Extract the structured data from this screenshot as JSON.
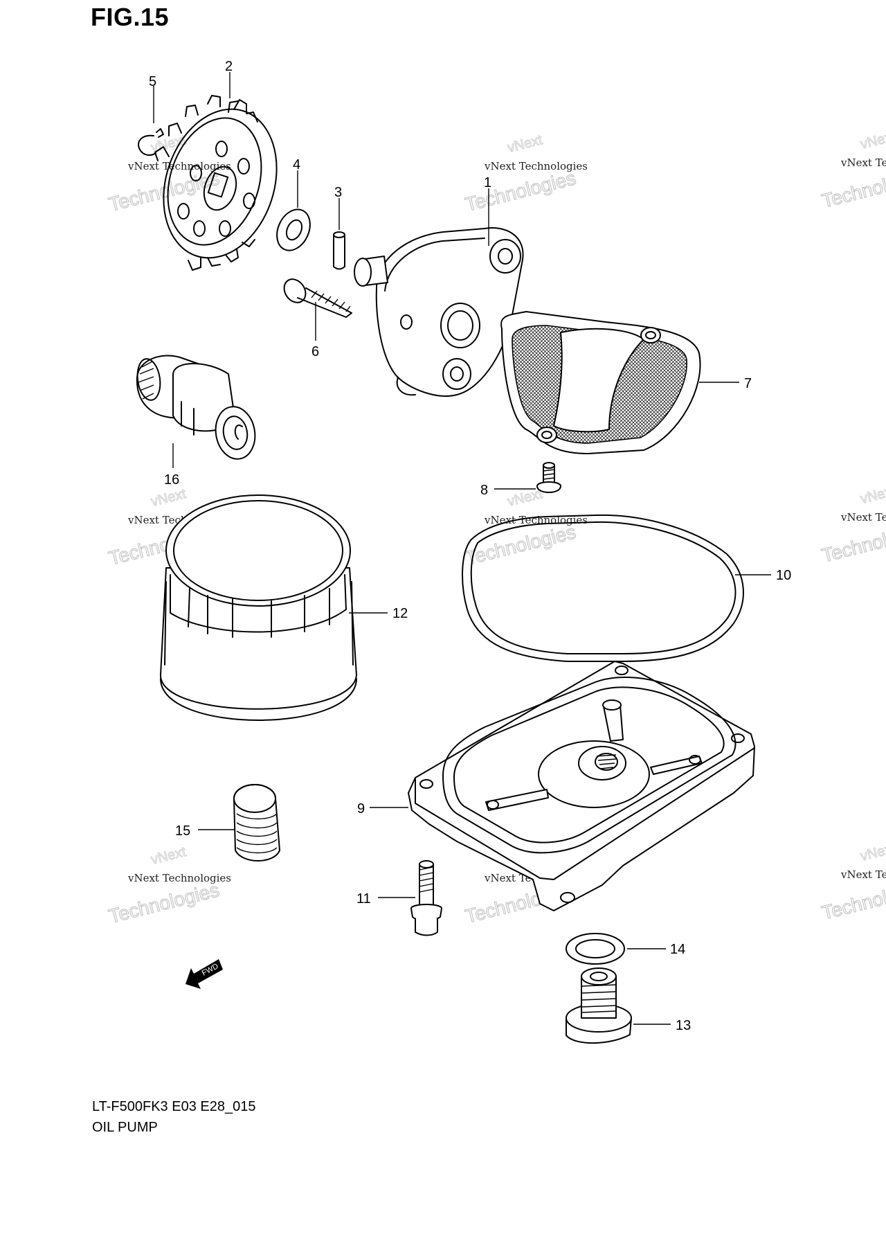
{
  "figure": {
    "title": "FIG.15",
    "model_code": "LT-F500FK3 E03 E28_015",
    "name": "OIL PUMP"
  },
  "callouts": [
    "1",
    "2",
    "3",
    "4",
    "5",
    "6",
    "7",
    "8",
    "9",
    "10",
    "11",
    "12",
    "13",
    "14",
    "15",
    "16"
  ],
  "watermark": {
    "line1": "vNext Technologies",
    "line2": "Technologies",
    "line3": "vNext"
  },
  "direction_badge": "FWD"
}
